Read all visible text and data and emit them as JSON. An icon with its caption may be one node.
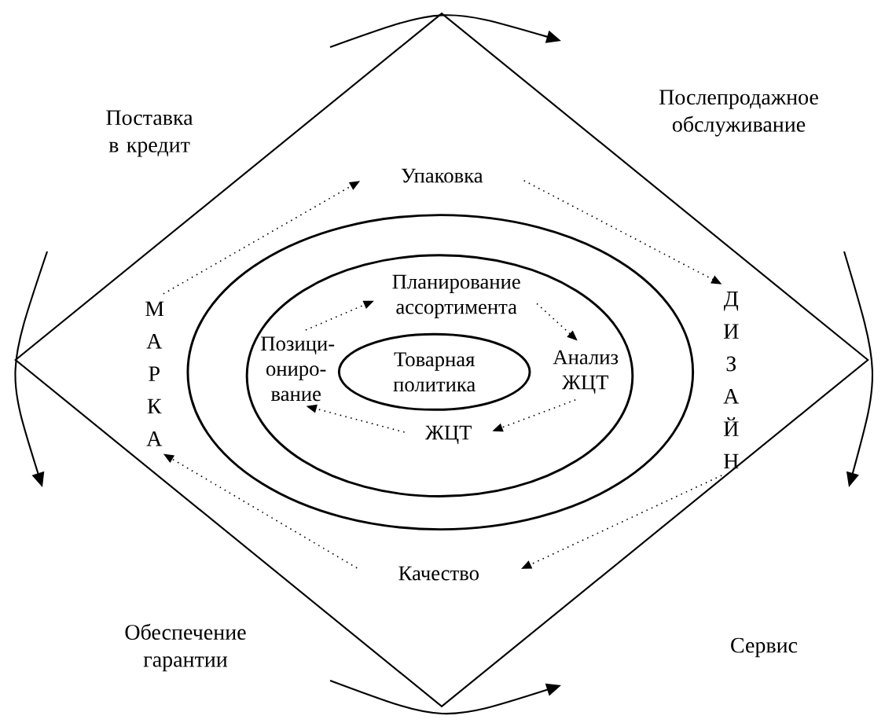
{
  "diagram": {
    "nodes": [
      {
        "text": [],
        "shape": "diamond"
      },
      {
        "text": [],
        "shape": "ellipse",
        "in": 0
      },
      {
        "text": [],
        "shape": "ellipse",
        "in": 1
      },
      {
        "text": [
          "Товарная политика"
        ],
        "in": 2
      },
      {
        "text": [
          "Упаковка"
        ],
        "in": 0
      },
      {
        "text": [
          "ДИЗАЙН"
        ],
        "in": 0
      },
      {
        "text": [
          "Качество"
        ],
        "in": 0
      },
      {
        "text": [
          "МАРКА"
        ],
        "in": 0
      },
      {
        "text": [
          "Планирование ассортимента"
        ],
        "in": 2
      },
      {
        "text": [
          "Анализ ЖЦТ"
        ],
        "in": 2
      },
      {
        "text": [
          "ЖЦТ"
        ],
        "in": 2
      },
      {
        "text": [
          "Позици- ониро- вание"
        ],
        "in": 2
      }
    ],
    "edges": [
      {
        "from": 4,
        "to": 5,
        "arrow": "to",
        "style": "dashed"
      },
      {
        "from": 5,
        "to": 6,
        "arrow": "to",
        "style": "dashed"
      },
      {
        "from": 6,
        "to": 7,
        "arrow": "to",
        "style": "dashed"
      },
      {
        "from": 7,
        "to": 4,
        "arrow": "to",
        "style": "dashed"
      },
      {
        "from": 8,
        "to": 9,
        "arrow": "to",
        "style": "dashed"
      },
      {
        "from": 9,
        "to": 10,
        "arrow": "to",
        "style": "dashed"
      },
      {
        "from": 10,
        "to": 11,
        "arrow": "to",
        "style": "dashed"
      },
      {
        "from": 11,
        "to": 8,
        "arrow": "to",
        "style": "dashed"
      }
    ],
    "labels": [
      "Поставка в кредит",
      "Послепродажное обслуживание",
      "Обеспечение гарантии",
      "Сервис"
    ]
  }
}
